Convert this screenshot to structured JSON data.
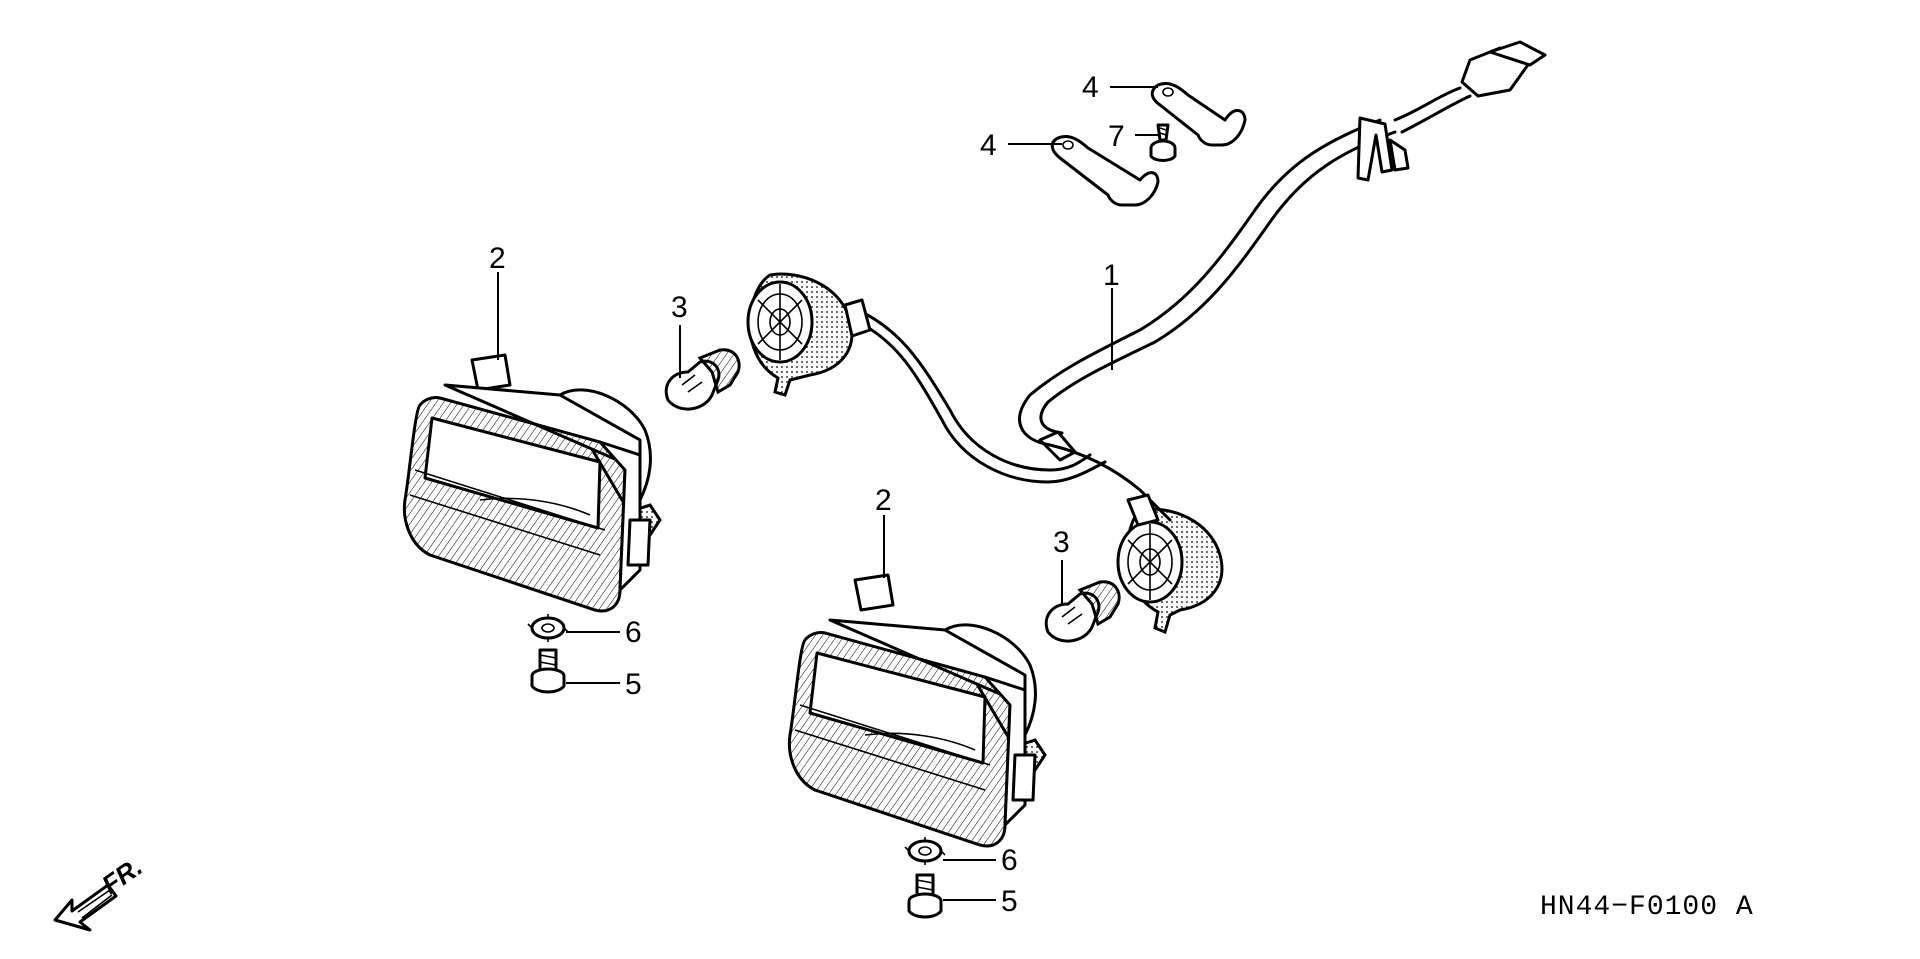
{
  "callouts": {
    "harness": "1",
    "headlight_left": "2",
    "headlight_right": "2",
    "bulb_left": "3",
    "bulb_right": "3",
    "stay_top": "4",
    "stay_bottom": "4",
    "screw_left": "5",
    "screw_right": "5",
    "washer_left": "6",
    "washer_right": "6",
    "tapping_screw": "7"
  },
  "front_indicator": "FR.",
  "diagram_code": "HN44−F0100 A",
  "colors": {
    "ink": "#000000",
    "background": "#ffffff"
  }
}
